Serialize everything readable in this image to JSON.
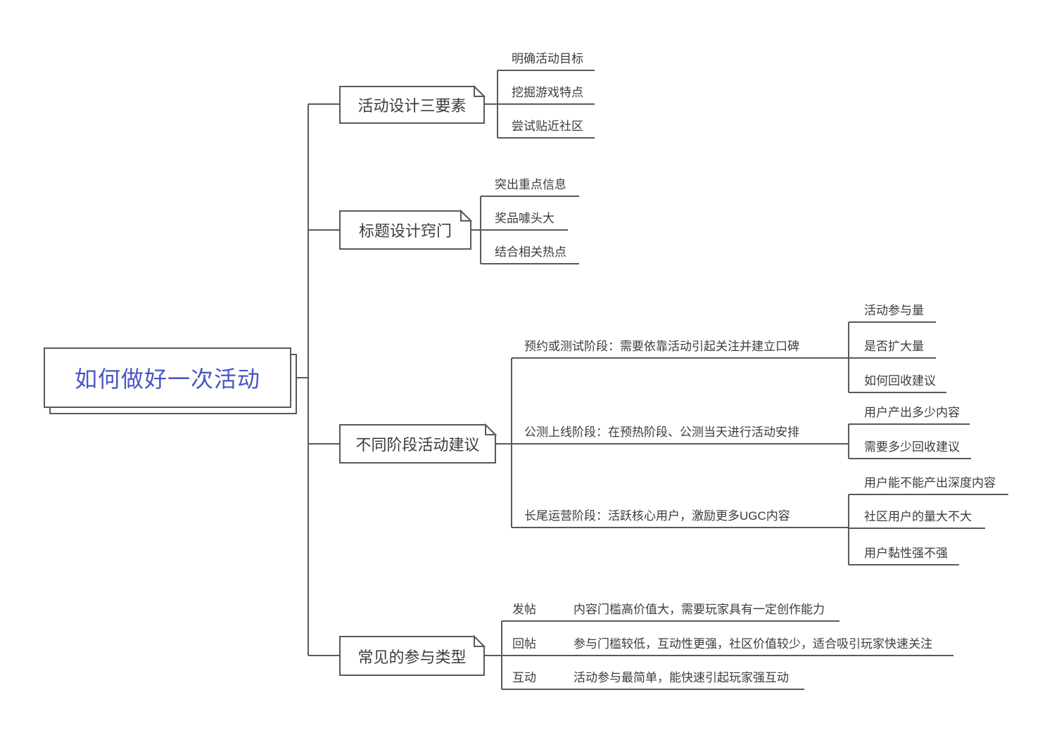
{
  "diagram": {
    "type": "mindmap",
    "colors": {
      "root_text": "#4a55c5",
      "line": "#595959",
      "text": "#3c3c3c",
      "node_fill": "#ffffff"
    },
    "root": {
      "label": "如何做好一次活动"
    },
    "branches": [
      {
        "label": "活动设计三要素",
        "children": [
          {
            "label": "明确活动目标"
          },
          {
            "label": "挖掘游戏特点"
          },
          {
            "label": "尝试贴近社区"
          }
        ]
      },
      {
        "label": "标题设计窍门",
        "children": [
          {
            "label": "突出重点信息"
          },
          {
            "label": "奖品噱头大"
          },
          {
            "label": "结合相关热点"
          }
        ]
      },
      {
        "label": "不同阶段活动建议",
        "children": [
          {
            "label": "预约或测试阶段：需要依靠活动引起关注并建立口碑",
            "children": [
              {
                "label": "活动参与量"
              },
              {
                "label": "是否扩大量"
              },
              {
                "label": "如何回收建议"
              }
            ]
          },
          {
            "label": "公测上线阶段：在预热阶段、公测当天进行活动安排",
            "children": [
              {
                "label": "用户产出多少内容"
              },
              {
                "label": "需要多少回收建议"
              }
            ]
          },
          {
            "label": "长尾运营阶段：活跃核心用户，激励更多UGC内容",
            "children": [
              {
                "label": "用户能不能产出深度内容"
              },
              {
                "label": "社区用户的量大不大"
              },
              {
                "label": "用户黏性强不强"
              }
            ]
          }
        ]
      },
      {
        "label": "常见的参与类型",
        "children": [
          {
            "label": "发帖",
            "description": "内容门槛高价值大，需要玩家具有一定创作能力"
          },
          {
            "label": "回帖",
            "description": "参与门槛较低，互动性更强，社区价值较少，适合吸引玩家快速关注"
          },
          {
            "label": "互动",
            "description": "活动参与最简单，能快速引起玩家强互动"
          }
        ]
      }
    ]
  }
}
